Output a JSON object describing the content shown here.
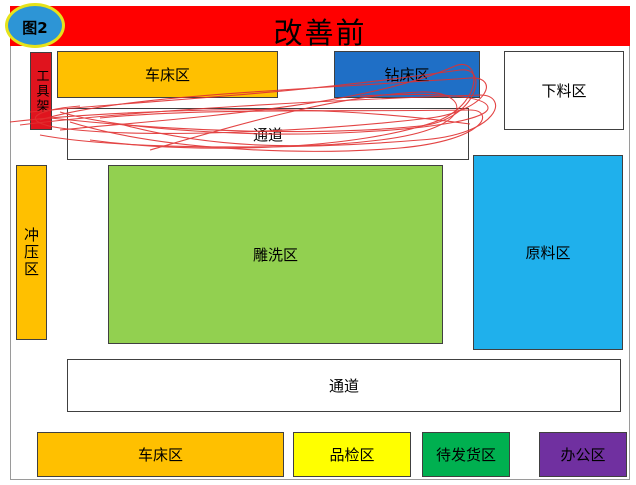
{
  "badge": {
    "label": "图2"
  },
  "title": "改善前",
  "zones": {
    "tool_rack": "工具架",
    "lathe_top": "车床区",
    "drill": "钻床区",
    "cutting": "下料区",
    "aisle_top": "通道",
    "stamping": "冲压区",
    "carving": "雕洗区",
    "raw_material": "原料区",
    "aisle_bottom": "通道",
    "lathe_bottom": "车床区",
    "inspection": "品检区",
    "shipping": "待发货区",
    "office": "办公区"
  },
  "colors": {
    "title_bar": "#ff0000",
    "lathe": "#ffc000",
    "drill": "#1f6fc6",
    "carving": "#92d050",
    "raw_material": "#1fb0ec",
    "inspection": "#ffff00",
    "shipping": "#00b050",
    "office": "#7030a0",
    "tool_rack": "#e0141e",
    "scribble": "#e03030"
  }
}
